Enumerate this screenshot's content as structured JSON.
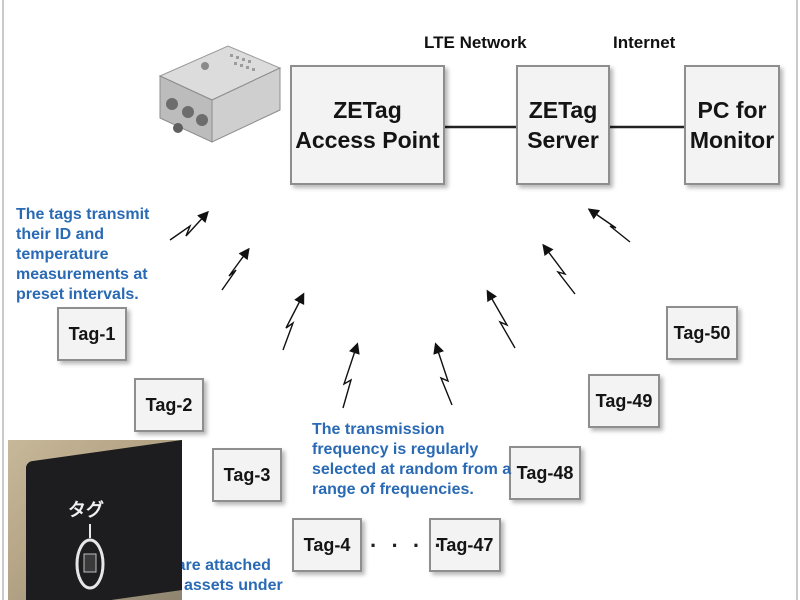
{
  "network": {
    "lte_label": "LTE Network",
    "internet_label": "Internet"
  },
  "nodes": {
    "access_point": "ZETag\nAccess Point",
    "server": "ZETag\nServer",
    "monitor_pc": "PC for\nMonitor"
  },
  "tags": [
    "Tag-1",
    "Tag-2",
    "Tag-3",
    "Tag-4",
    "Tag-47",
    "Tag-48",
    "Tag-49",
    "Tag-50"
  ],
  "ellipsis": "· · · ·",
  "notes": {
    "transmit": "The tags transmit their ID and temperature measurements at preset intervals.",
    "frequency": "The transmission frequency is regularly selected at random from a range of frequencies.",
    "attached": "Tags are attached to the assets under"
  },
  "photo": {
    "label": "タグ"
  },
  "colors": {
    "note_text": "#2a6ab4",
    "box_fill": "#f3f3f3",
    "box_border": "#8e8e8e"
  },
  "icons": {
    "device": "access-point-device-icon",
    "signal": "signal-zigzag-icon"
  }
}
